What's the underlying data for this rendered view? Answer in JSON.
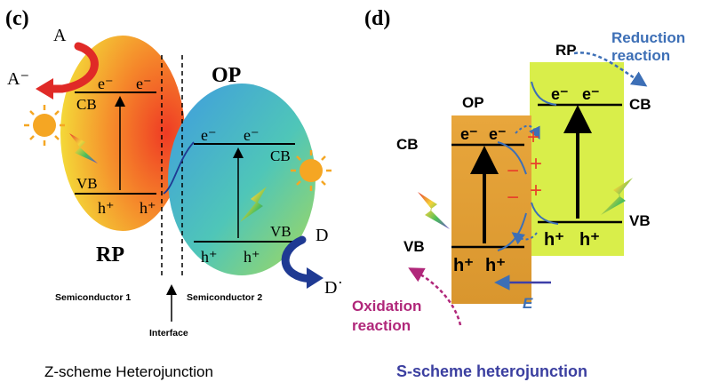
{
  "panel_c": {
    "label": "(c)",
    "acceptor": "A",
    "acceptor_reduced": "A⁻",
    "donor": "D",
    "donor_oxidized": "D˙",
    "rp_label": "RP",
    "op_label": "OP",
    "rp": {
      "cb": "CB",
      "vb": "VB",
      "e1": "e⁻",
      "e2": "e⁻",
      "h1": "h⁺",
      "h2": "h⁺"
    },
    "op": {
      "cb": "CB",
      "vb": "VB",
      "e1": "e⁻",
      "e2": "e⁻",
      "h1": "h⁺",
      "h2": "h⁺"
    },
    "semiconductor1": "Semiconductor 1",
    "semiconductor2": "Semiconductor 2",
    "interface": "Interface",
    "caption": "Z-scheme Heterojunction"
  },
  "panel_d": {
    "label": "(d)",
    "op_label": "OP",
    "rp_label": "RP",
    "op": {
      "cb": "CB",
      "vb": "VB",
      "e1": "e⁻",
      "e2": "e⁻",
      "h1": "h⁺",
      "h2": "h⁺"
    },
    "rp": {
      "cb": "CB",
      "vb": "VB",
      "e1": "e⁻",
      "e2": "e⁻",
      "h1": "h⁺",
      "h2": "h⁺"
    },
    "plus": "+",
    "minus": "−",
    "field": "E",
    "reduction_line1": "Reduction",
    "reduction_line2": "reaction",
    "oxidation_line1": "Oxidation",
    "oxidation_line2": "reaction",
    "caption": "S-scheme heterojunction"
  },
  "colors": {
    "acceptor_arrow": "#e02a27",
    "donor_arrow": "#1f3a93",
    "op_box": "#e3a23a",
    "rp_box": "#d9ee4a",
    "charge_red": "#e8402a",
    "reduction_text": "#3d6fb6",
    "oxidation_text": "#b0277a",
    "s_caption": "#3b3fa0"
  }
}
